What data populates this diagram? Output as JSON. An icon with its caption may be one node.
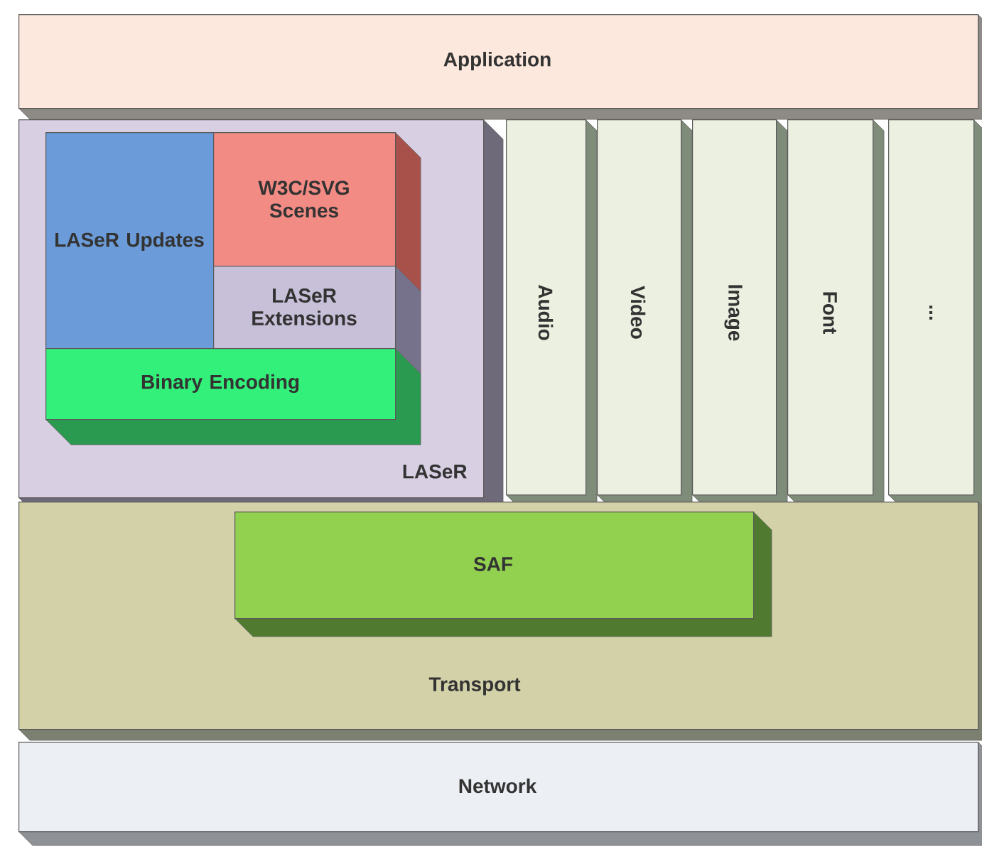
{
  "diagram": {
    "nodes": [
      {
        "text": [
          "Application"
        ]
      },
      {
        "text": [
          "LASeR"
        ]
      },
      {
        "text": [
          "LASeR Updates"
        ],
        "in": 1
      },
      {
        "text": [
          "W3C/SVG Scenes"
        ],
        "in": 1
      },
      {
        "text": [
          "LASeR Extensions"
        ],
        "in": 1
      },
      {
        "text": [
          "Binary Encoding"
        ],
        "in": 1
      },
      {
        "text": [
          "Audio"
        ]
      },
      {
        "text": [
          "Video"
        ]
      },
      {
        "text": [
          "Image"
        ]
      },
      {
        "text": [
          "Font"
        ]
      },
      {
        "text": [
          "..."
        ]
      },
      {
        "text": [
          "Transport"
        ]
      },
      {
        "text": [
          "SAF"
        ],
        "in": 11
      },
      {
        "text": [
          "Network"
        ]
      }
    ]
  }
}
